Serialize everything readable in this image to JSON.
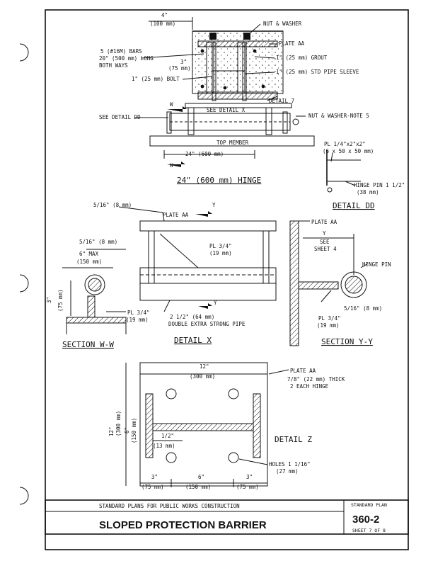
{
  "hinge": {
    "top_dim": "4\"",
    "top_dim_mm": "(100 mm)",
    "nut_washer": "NUT & WASHER",
    "plate_aa": "PLATE AA",
    "bars": "5 (#16M) BARS",
    "bars_len": "20\" (500 mm) LONG",
    "both_ways": "BOTH WAYS",
    "grout": "1\" (25 mm) GROUT",
    "dim3": "3\"",
    "dim3_mm": "(75 mm)",
    "pipe_sleeve": "1\" (25 mm) STD PIPE SLEEVE",
    "bolt": "1\" (25 mm) BOLT",
    "detail7": "DETAIL 7",
    "see_dd": "SEE DETAIL DD",
    "see_x": "SEE DETAIL X",
    "w_mark": "W",
    "nut_note5": "NUT & WASHER-NOTE 5",
    "top_member": "TOP MEMBER",
    "dim24": "24\" (600 mm)",
    "title": "24\" (600 mm) HINGE"
  },
  "detail_dd": {
    "pl": "PL 1/4\"x2\"x2\"",
    "pl_mm": "(6 x 50 x 50 mm)",
    "pin": "HINGE PIN 1 1/2\"",
    "pin_mm": "(38 mm)",
    "title": "DETAIL DD"
  },
  "detail_x": {
    "weld": "5/16\" (8 mm)",
    "plate_aa": "PLATE AA",
    "y_mark": "Y",
    "pl": "PL 3/4\"",
    "pl_mm": "(19 mm)",
    "pipe": "2 1/2\" (64 mm)",
    "pipe2": "DOUBLE EXTRA STRONG PIPE",
    "title": "DETAIL X"
  },
  "section_ww": {
    "weld": "5/16\" (8 mm)",
    "max": "6\" MAX",
    "max_mm": "(150 mm)",
    "dim3": "3\"",
    "dim3_mm": "(75 mm)",
    "pl": "PL 3/4\"",
    "pl_mm": "(19 mm)",
    "title": "SECTION W-W"
  },
  "section_yy": {
    "plate_aa": "PLATE AA",
    "y_mark": "Y",
    "see": "SEE",
    "sheet": "SHEET 4",
    "pin": "HINGE PIN",
    "weld": "5/16\" (8 mm)",
    "pl": "PL 3/4\"",
    "pl_mm": "(19 mm)",
    "title": "SECTION Y-Y"
  },
  "detail_z": {
    "w12": "12\"",
    "w12_mm": "(300 mm)",
    "h12": "12\"",
    "h12_mm": "(300 mm)",
    "h6": "6\"",
    "h6_mm": "(150 mm)",
    "plate_aa": "PLATE AA",
    "thick": "7/8\" (22 mm) THICK",
    "each": "2 EACH HINGE",
    "half": "1/2\"",
    "half_mm": "(13 mm)",
    "holes": "HOLES 1 1/16\"",
    "holes_mm": "(27 mm)",
    "b1": "3\"",
    "b1_mm": "(75 mm)",
    "b2": "6\"",
    "b2_mm": "(150 mm)",
    "b3": "3\"",
    "b3_mm": "(75 mm)",
    "title": "DETAIL Z"
  },
  "titleblock": {
    "org": "STANDARD PLANS FOR PUBLIC WORKS CONSTRUCTION",
    "name": "SLOPED PROTECTION BARRIER",
    "std_plan": "STANDARD PLAN",
    "number": "360-2",
    "sheet": "SHEET 7 OF 8"
  }
}
